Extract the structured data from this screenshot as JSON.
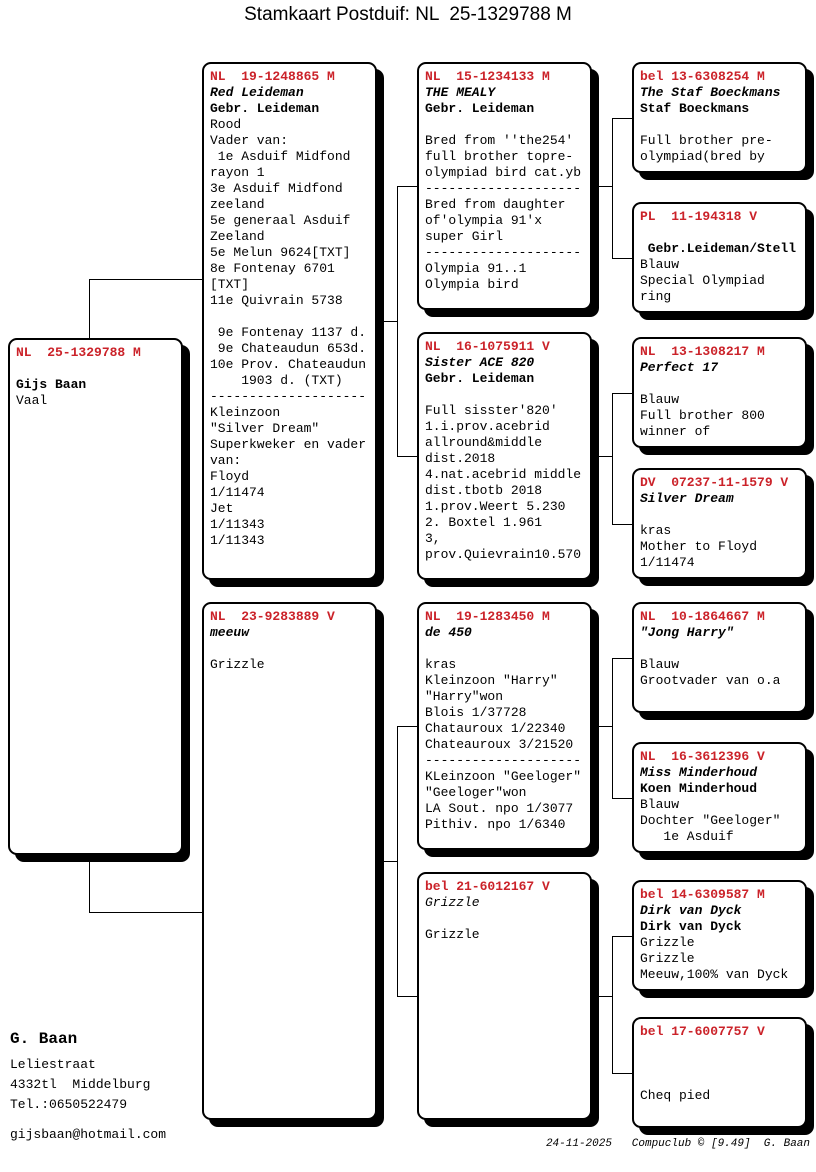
{
  "title": "Stamkaart Postduif: NL  25-1329788 M",
  "colors": {
    "ring_red": "#cb2229",
    "line_black": "#000000"
  },
  "owner": {
    "name": "G. Baan",
    "street": "Leliestraat",
    "city": "4332tl  Middelburg",
    "phone": "Tel.:0650522479",
    "email": "gijsbaan@hotmail.com"
  },
  "footer": "24-11-2025   Compuclub © [9.49]  G. Baan",
  "boxes": {
    "subject": {
      "lines": [
        [
          "NL  25-1329788 M",
          "h"
        ],
        [
          "",
          "n"
        ],
        [
          "Gijs Baan",
          "b"
        ],
        [
          "Vaal",
          "n"
        ]
      ]
    },
    "father": {
      "lines": [
        [
          "NL  19-1248865 M",
          "h"
        ],
        [
          "Red Leideman",
          "bi"
        ],
        [
          "Gebr. Leideman",
          "b"
        ],
        [
          "Rood",
          "n"
        ],
        [
          "Vader van:",
          "n"
        ],
        [
          " 1e Asduif Midfond",
          "n"
        ],
        [
          "rayon 1",
          "n"
        ],
        [
          "3e Asduif Midfond",
          "n"
        ],
        [
          "zeeland",
          "n"
        ],
        [
          "5e generaal Asduif",
          "n"
        ],
        [
          "Zeeland",
          "n"
        ],
        [
          "5e Melun 9624[TXT]",
          "n"
        ],
        [
          "8e Fontenay 6701",
          "n"
        ],
        [
          "[TXT]",
          "n"
        ],
        [
          "11e Quivrain 5738",
          "n"
        ],
        [
          "",
          "n"
        ],
        [
          " 9e Fontenay 1137 d.",
          "n"
        ],
        [
          " 9e Chateaudun 653d.",
          "n"
        ],
        [
          "10e Prov. Chateaudun",
          "n"
        ],
        [
          "    1903 d. (TXT)",
          "n"
        ],
        [
          "--------------------",
          "n"
        ],
        [
          "Kleinzoon",
          "n"
        ],
        [
          "\"Silver Dream\"",
          "n"
        ],
        [
          "Superkweker en vader",
          "n"
        ],
        [
          "van:",
          "n"
        ],
        [
          "Floyd",
          "n"
        ],
        [
          "1/11474",
          "n"
        ],
        [
          "Jet",
          "n"
        ],
        [
          "1/11343",
          "n"
        ],
        [
          "1/11343",
          "n"
        ]
      ]
    },
    "mother": {
      "lines": [
        [
          "NL  23-9283889 V",
          "h"
        ],
        [
          "meeuw",
          "bi"
        ],
        [
          "",
          "n"
        ],
        [
          "Grizzle",
          "n"
        ]
      ]
    },
    "ff": {
      "lines": [
        [
          "NL  15-1234133 M",
          "h"
        ],
        [
          "THE MEALY",
          "bi"
        ],
        [
          "Gebr. Leideman",
          "b"
        ],
        [
          "",
          "n"
        ],
        [
          "Bred from ''the254'",
          "n"
        ],
        [
          "full brother topre-",
          "n"
        ],
        [
          "olympiad bird cat.yb",
          "n"
        ],
        [
          "--------------------",
          "n"
        ],
        [
          "Bred from daughter",
          "n"
        ],
        [
          "of'olympia 91'x",
          "n"
        ],
        [
          "super Girl",
          "n"
        ],
        [
          "--------------------",
          "n"
        ],
        [
          "Olympia 91..1",
          "n"
        ],
        [
          "Olympia bird",
          "n"
        ]
      ]
    },
    "fm": {
      "lines": [
        [
          "NL  16-1075911 V",
          "h"
        ],
        [
          "Sister ACE 820",
          "bi"
        ],
        [
          "Gebr. Leideman",
          "b"
        ],
        [
          "",
          "n"
        ],
        [
          "Full sisster'820'",
          "n"
        ],
        [
          "1.i.prov.acebrid",
          "n"
        ],
        [
          "allround&middle",
          "n"
        ],
        [
          "dist.2018",
          "n"
        ],
        [
          "4.nat.acebrid middle",
          "n"
        ],
        [
          "dist.tbotb 2018",
          "n"
        ],
        [
          "1.prov.Weert 5.230",
          "n"
        ],
        [
          "2. Boxtel 1.961",
          "n"
        ],
        [
          "3,",
          "n"
        ],
        [
          "prov.Quievrain10.570",
          "n"
        ]
      ]
    },
    "mf": {
      "lines": [
        [
          "NL  19-1283450 M",
          "h"
        ],
        [
          "de 450",
          "bi"
        ],
        [
          "",
          "n"
        ],
        [
          "kras",
          "n"
        ],
        [
          "Kleinzoon \"Harry\"",
          "n"
        ],
        [
          "\"Harry\"won",
          "n"
        ],
        [
          "Blois 1/37728",
          "n"
        ],
        [
          "Chatauroux 1/22340",
          "n"
        ],
        [
          "Chateauroux 3/21520",
          "n"
        ],
        [
          "--------------------",
          "n"
        ],
        [
          "KLeinzoon \"Geeloger\"",
          "n"
        ],
        [
          "\"Geeloger\"won",
          "n"
        ],
        [
          "LA Sout. npo 1/3077",
          "n"
        ],
        [
          "Pithiv. npo 1/6340",
          "n"
        ]
      ]
    },
    "mm": {
      "lines": [
        [
          "bel 21-6012167 V",
          "h"
        ],
        [
          "Grizzle",
          "i"
        ],
        [
          "",
          "n"
        ],
        [
          "Grizzle",
          "n"
        ]
      ]
    },
    "fff": {
      "lines": [
        [
          "bel 13-6308254 M",
          "h"
        ],
        [
          "The Staf Boeckmans",
          "bi"
        ],
        [
          "Staf Boeckmans",
          "b"
        ],
        [
          "",
          "n"
        ],
        [
          "Full brother pre-",
          "n"
        ],
        [
          "olympiad(bred by",
          "n"
        ]
      ]
    },
    "ffm": {
      "lines": [
        [
          "PL  11-194318 V",
          "h"
        ],
        [
          "",
          "n"
        ],
        [
          " Gebr.Leideman/Stell",
          "b"
        ],
        [
          "Blauw",
          "n"
        ],
        [
          "Special Olympiad",
          "n"
        ],
        [
          "ring",
          "n"
        ]
      ]
    },
    "fmf": {
      "lines": [
        [
          "NL  13-1308217 M",
          "h"
        ],
        [
          "Perfect 17",
          "bi"
        ],
        [
          "",
          "n"
        ],
        [
          "Blauw",
          "n"
        ],
        [
          "Full brother 800",
          "n"
        ],
        [
          "winner of",
          "n"
        ]
      ]
    },
    "fmm": {
      "lines": [
        [
          "DV  07237-11-1579 V",
          "h"
        ],
        [
          "Silver Dream",
          "bi"
        ],
        [
          "",
          "n"
        ],
        [
          "kras",
          "n"
        ],
        [
          "Mother to Floyd",
          "n"
        ],
        [
          "1/11474",
          "n"
        ]
      ]
    },
    "mff": {
      "lines": [
        [
          "NL  10-1864667 M",
          "h"
        ],
        [
          "\"Jong Harry\"",
          "bi"
        ],
        [
          "",
          "n"
        ],
        [
          "Blauw",
          "n"
        ],
        [
          "Grootvader van o.a",
          "n"
        ]
      ]
    },
    "mfm": {
      "lines": [
        [
          "NL  16-3612396 V",
          "h"
        ],
        [
          "Miss Minderhoud",
          "bi"
        ],
        [
          "Koen Minderhoud",
          "b"
        ],
        [
          "Blauw",
          "n"
        ],
        [
          "Dochter \"Geeloger\"",
          "n"
        ],
        [
          "   1e Asduif",
          "n"
        ]
      ]
    },
    "mmf": {
      "lines": [
        [
          "bel 14-6309587 M",
          "h"
        ],
        [
          "Dirk van Dyck",
          "bi"
        ],
        [
          "Dirk van Dyck",
          "b"
        ],
        [
          "Grizzle",
          "n"
        ],
        [
          "Grizzle",
          "n"
        ],
        [
          "Meeuw,100% van Dyck",
          "n"
        ]
      ]
    },
    "mmm": {
      "lines": [
        [
          "bel 17-6007757 V",
          "h"
        ],
        [
          "",
          "n"
        ],
        [
          "",
          "n"
        ],
        [
          "",
          "n"
        ],
        [
          "Cheq pied",
          "n"
        ]
      ]
    }
  }
}
